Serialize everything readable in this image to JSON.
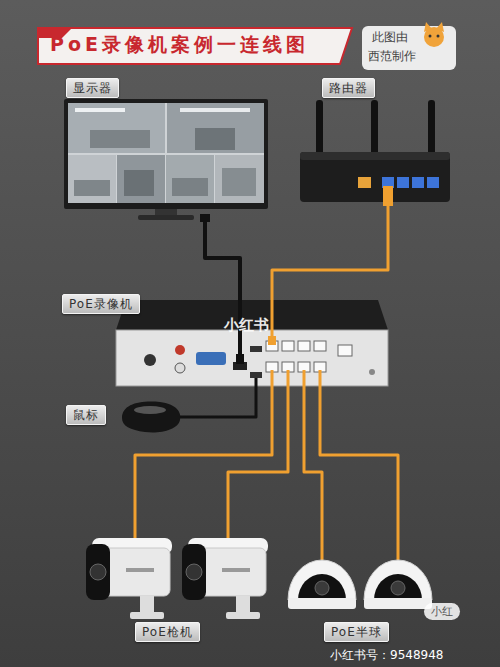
{
  "diagram": {
    "title": "PoE录像机案例一连线图",
    "nodes": [
      {
        "text": [
          "显示器"
        ]
      },
      {
        "text": [
          "路由器"
        ]
      },
      {
        "text": [
          "PoE录像机"
        ]
      },
      {
        "text": [
          "鼠标"
        ]
      },
      {
        "text": [
          "PoE枪机"
        ]
      },
      {
        "text": [
          "PoE半球"
        ]
      }
    ],
    "edges": [
      {
        "from": 0,
        "to": 2,
        "arrow": "none"
      },
      {
        "from": 1,
        "to": 2,
        "arrow": "none"
      },
      {
        "from": 3,
        "to": 2,
        "arrow": "none"
      },
      {
        "from": 2,
        "to": 4,
        "arrow": "none"
      },
      {
        "from": 2,
        "to": 4,
        "arrow": "none"
      },
      {
        "from": 2,
        "to": 5,
        "arrow": "none"
      },
      {
        "from": 2,
        "to": 5,
        "arrow": "none"
      }
    ],
    "labels": [
      "此图由",
      "西范制作",
      "小红书",
      "小红",
      "小红书号：9548948"
    ]
  }
}
